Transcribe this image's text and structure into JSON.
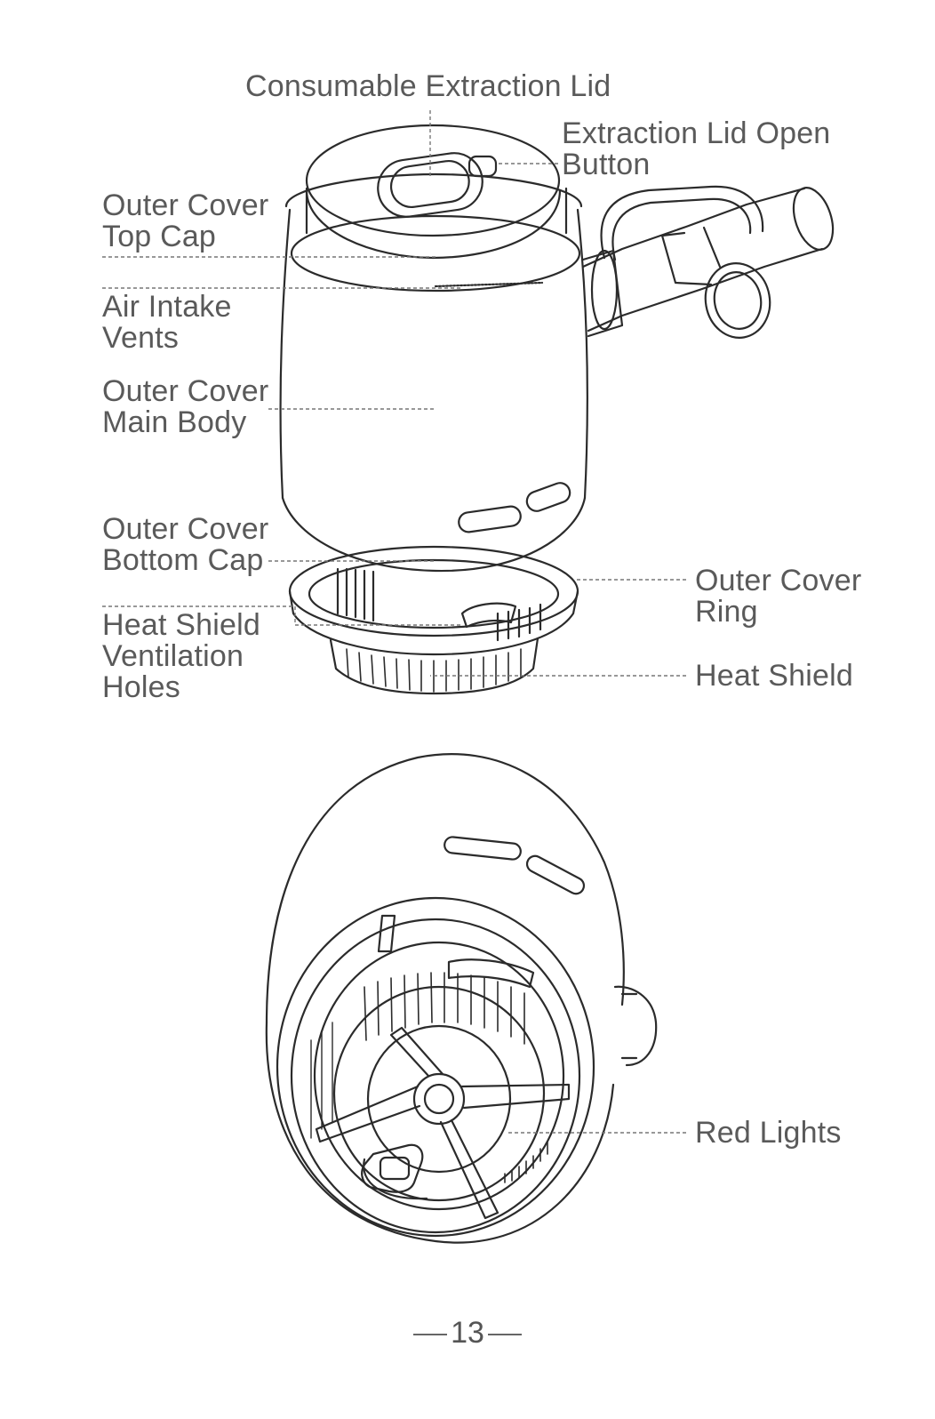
{
  "labels": {
    "consumable_lid": "Consumable Extraction Lid",
    "lid_open_button": "Extraction Lid Open\nButton",
    "top_cap": "Outer Cover\nTop Cap",
    "air_intake": "Air Intake\nVents",
    "main_body": "Outer Cover\nMain Body",
    "bottom_cap": "Outer Cover\nBottom Cap",
    "ventilation_holes": "Heat Shield\nVentilation\nHoles",
    "outer_ring": "Outer Cover\nRing",
    "heat_shield": "Heat Shield",
    "red_lights": "Red Lights"
  },
  "page_number": "13",
  "colors": {
    "line": "#2b2b2b",
    "leader": "#777777",
    "text": "#5a5a5a"
  }
}
